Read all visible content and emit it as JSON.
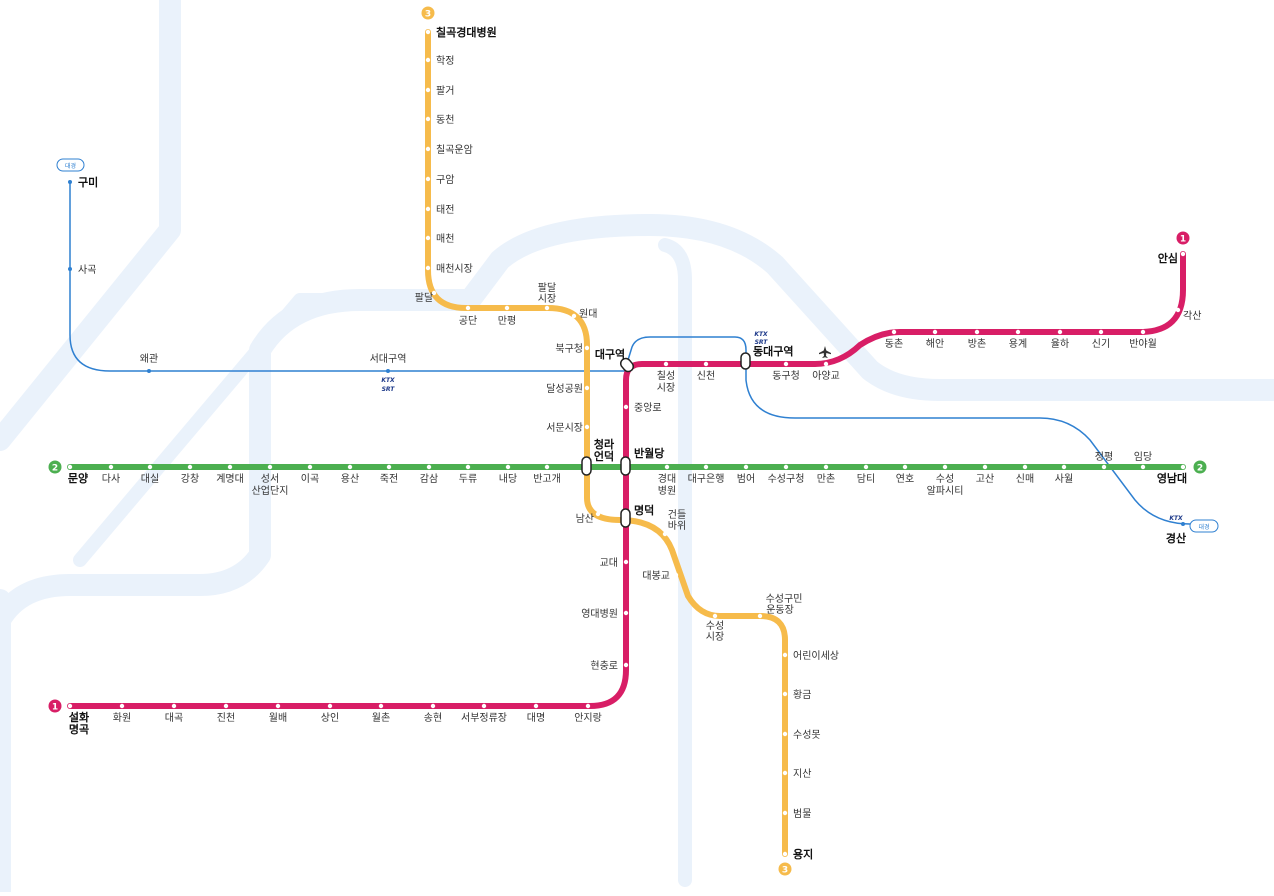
{
  "colors": {
    "line1": "#d81e66",
    "line2": "#4caf50",
    "line3": "#f6bb4b",
    "rail": "#2f80d1",
    "background_road": "#eaf2fb"
  },
  "line1": {
    "badge": "1",
    "stations": [
      "설화명곡",
      "화원",
      "대곡",
      "진천",
      "월배",
      "상인",
      "월촌",
      "송현",
      "서부정류장",
      "대명",
      "안지랑",
      "현충로",
      "영대병원",
      "교대",
      "명덕",
      "반월당",
      "중앙로",
      "대구역",
      "칠성시장",
      "신천",
      "동대구역",
      "동구청",
      "아양교",
      "동촌",
      "해안",
      "방촌",
      "용계",
      "율하",
      "신기",
      "반야월",
      "각산",
      "안심"
    ]
  },
  "line2": {
    "badge": "2",
    "stations": [
      "문양",
      "다사",
      "대실",
      "강창",
      "계명대",
      "성서산업단지",
      "이곡",
      "용산",
      "죽전",
      "감삼",
      "두류",
      "내당",
      "반고개",
      "청라언덕",
      "반월당",
      "경대병원",
      "대구은행",
      "범어",
      "수성구청",
      "만촌",
      "담티",
      "연호",
      "수성알파시티",
      "고산",
      "신매",
      "사월",
      "정평",
      "임당",
      "영남대"
    ]
  },
  "line3": {
    "badge": "3",
    "stations": [
      "칠곡경대병원",
      "학정",
      "팔거",
      "동천",
      "칠곡운암",
      "구암",
      "태전",
      "매천",
      "매천시장",
      "팔달",
      "공단",
      "만평",
      "팔달시장",
      "원대",
      "북구청",
      "달성공원",
      "서문시장",
      "청라언덕",
      "남산",
      "명덕",
      "건들바위",
      "대봉교",
      "수성시장",
      "수성구민운동장",
      "어린이세상",
      "황금",
      "수성못",
      "지산",
      "범물",
      "용지"
    ]
  },
  "rail": {
    "stations": [
      "구미",
      "사곡",
      "왜관",
      "서대구역",
      "대구역",
      "동대구역",
      "경산"
    ],
    "badge_daegyeong": "대경",
    "ktx_label": "KTX",
    "srt_label": "SRT"
  },
  "labels": {
    "moonyang": "문양",
    "dasa": "다사",
    "daesil": "대실",
    "gangchang": "강창",
    "gyemyeong": "계명대",
    "seongseo_1": "성서",
    "seongseo_2": "산업단지",
    "igok": "이곡",
    "yongsan": "용산",
    "jukjeon": "죽전",
    "gamsam": "감삼",
    "duryu": "두류",
    "naedang": "내당",
    "bangogae": "반고개",
    "cheongna_1": "청라",
    "cheongna_2": "언덕",
    "banwoldang": "반월당",
    "gyeongdae_1": "경대",
    "gyeongdae_2": "병원",
    "daegubank": "대구은행",
    "beomeo": "범어",
    "suseonggucheong": "수성구청",
    "manchon": "만촌",
    "damti": "담티",
    "yeonho": "연호",
    "alpha_1": "수성",
    "alpha_2": "알파시티",
    "gosan": "고산",
    "sinmae": "신매",
    "sawol": "사월",
    "jeongpyeong": "정평",
    "imdang": "임당",
    "yeongnam": "영남대",
    "seolhwa_1": "설화",
    "seolhwa_2": "명곡",
    "hwawon": "화원",
    "daegok": "대곡",
    "jincheon": "진천",
    "wolbae": "월배",
    "sangin": "상인",
    "wolchon": "월촌",
    "songhyeon": "송현",
    "seobu": "서부정류장",
    "daemyeong": "대명",
    "anjirang": "안지랑",
    "hyeonchungno": "현충로",
    "yeongdae": "영대병원",
    "gyodae": "교대",
    "myeongdeok": "명덕",
    "jungangno": "중앙로",
    "daeguyeok": "대구역",
    "chilseong_1": "칠성",
    "chilseong_2": "시장",
    "sincheon": "신천",
    "dongdaegu": "동대구역",
    "donggucheong": "동구청",
    "ayanggyo": "아양교",
    "dongchon": "동촌",
    "haean": "해안",
    "bangchon": "방촌",
    "yonggye": "용계",
    "yulha": "율하",
    "singi": "신기",
    "banyawol": "반야월",
    "gaksan": "각산",
    "ansim": "안심",
    "chilgok": "칠곡경대병원",
    "hakjeong": "학정",
    "palgeo": "팔거",
    "dongcheon": "동천",
    "unam": "칠곡운암",
    "guam": "구암",
    "taejeon": "태전",
    "maecheon": "매천",
    "maecheonsijang": "매천시장",
    "paldal": "팔달",
    "gongdan": "공단",
    "manpyeong": "만평",
    "paldalsijang_1": "팔달",
    "paldalsijang_2": "시장",
    "wondae": "원대",
    "bukgucheong": "북구청",
    "dalseong": "달성공원",
    "seomun": "서문시장",
    "namsan": "남산",
    "geondeul_1": "건들",
    "geondeul_2": "바위",
    "daebonggyo": "대봉교",
    "suseongsijang_1": "수성",
    "suseongsijang_2": "시장",
    "undong_1": "수성구민",
    "undong_2": "운동장",
    "children": "어린이세상",
    "hwanggeum": "황금",
    "suseongmot": "수성못",
    "jisan": "지산",
    "beommul": "범물",
    "yongji": "용지",
    "gumi": "구미",
    "sagok": "사곡",
    "waegwan": "왜관",
    "seodaegu": "서대구역",
    "gyeongsan": "경산"
  }
}
